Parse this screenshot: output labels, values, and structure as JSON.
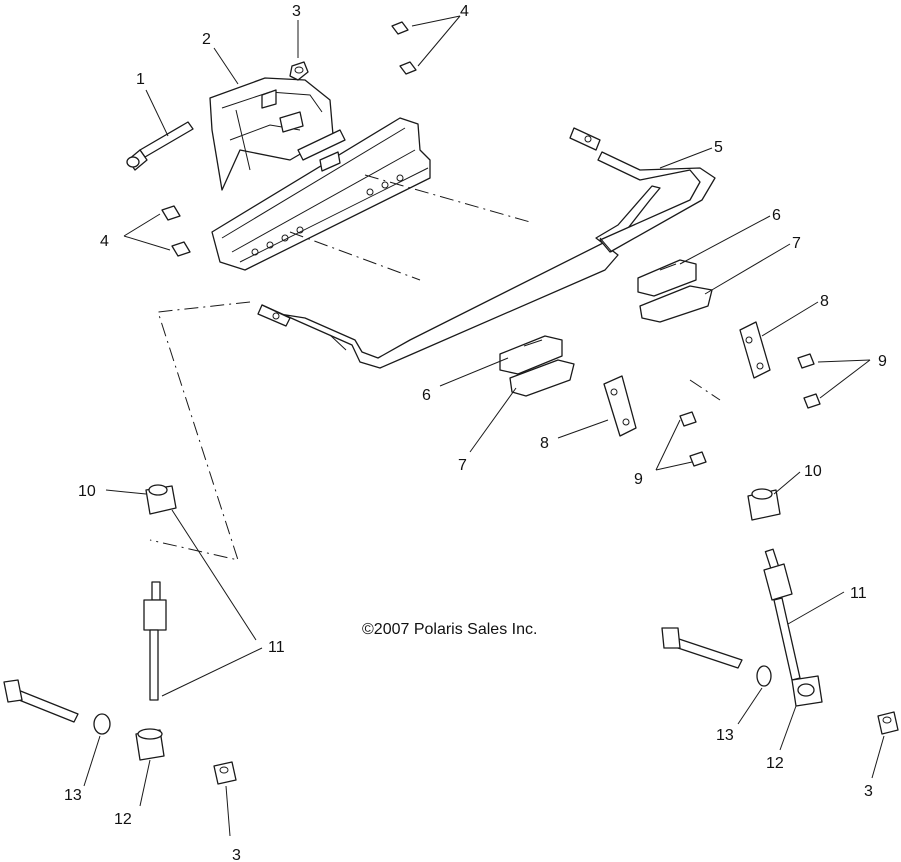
{
  "copyright": "©2007 Polaris Sales Inc.",
  "callouts": {
    "c1": "1",
    "c2": "2",
    "c3a": "3",
    "c3b": "3",
    "c3c": "3",
    "c4a": "4",
    "c4b": "4",
    "c5": "5",
    "c6a": "6",
    "c6b": "6",
    "c7a": "7",
    "c7b": "7",
    "c8a": "8",
    "c8b": "8",
    "c9a": "9",
    "c9b": "9",
    "c10a": "10",
    "c10b": "10",
    "c11a": "11",
    "c11b": "11",
    "c12a": "12",
    "c12b": "12",
    "c13a": "13",
    "c13b": "13"
  }
}
